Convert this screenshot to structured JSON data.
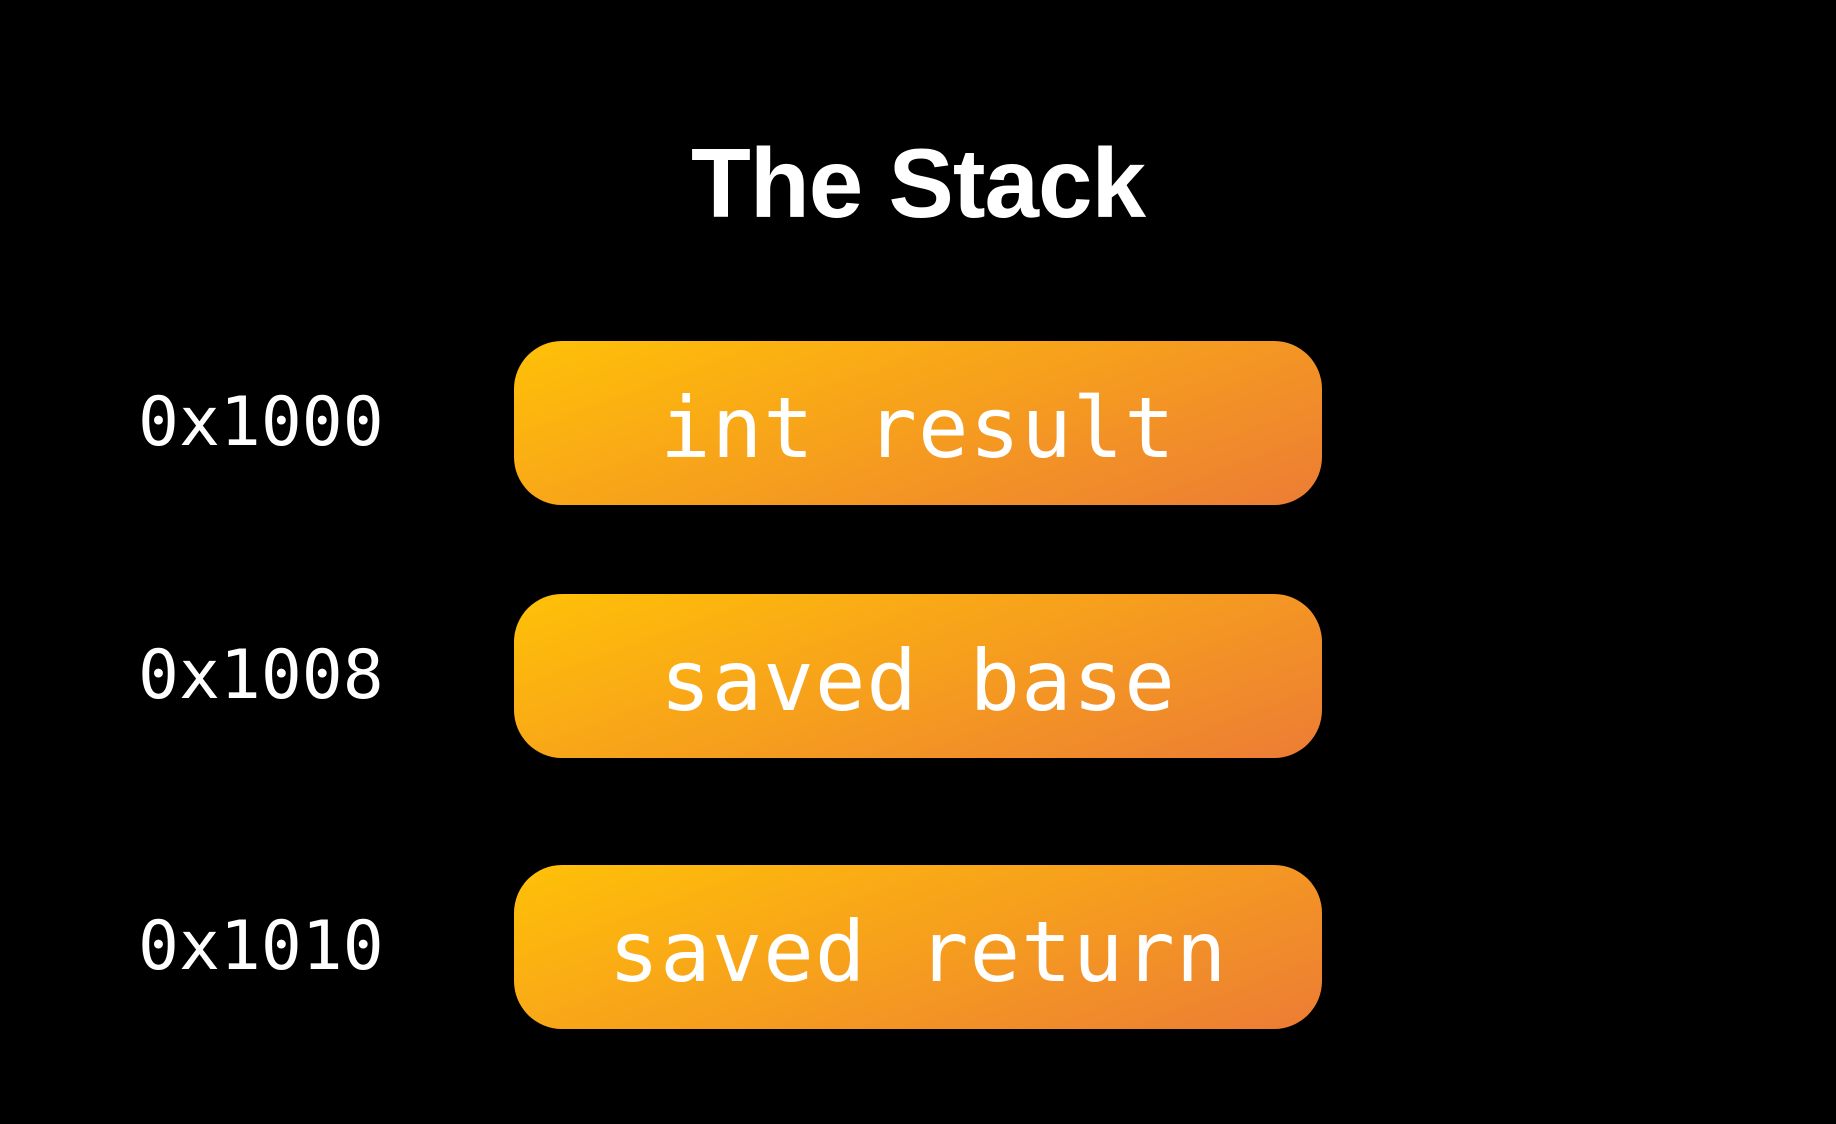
{
  "title": "The Stack",
  "stack": [
    {
      "address": "0x1000",
      "label": "int result"
    },
    {
      "address": "0x1008",
      "label": "saved base"
    },
    {
      "address": "0x1010",
      "label": "saved return"
    }
  ],
  "colors": {
    "background": "#000000",
    "text": "#ffffff",
    "cell_gradient_start": "#ffc107",
    "cell_gradient_end": "#ec7c35"
  }
}
